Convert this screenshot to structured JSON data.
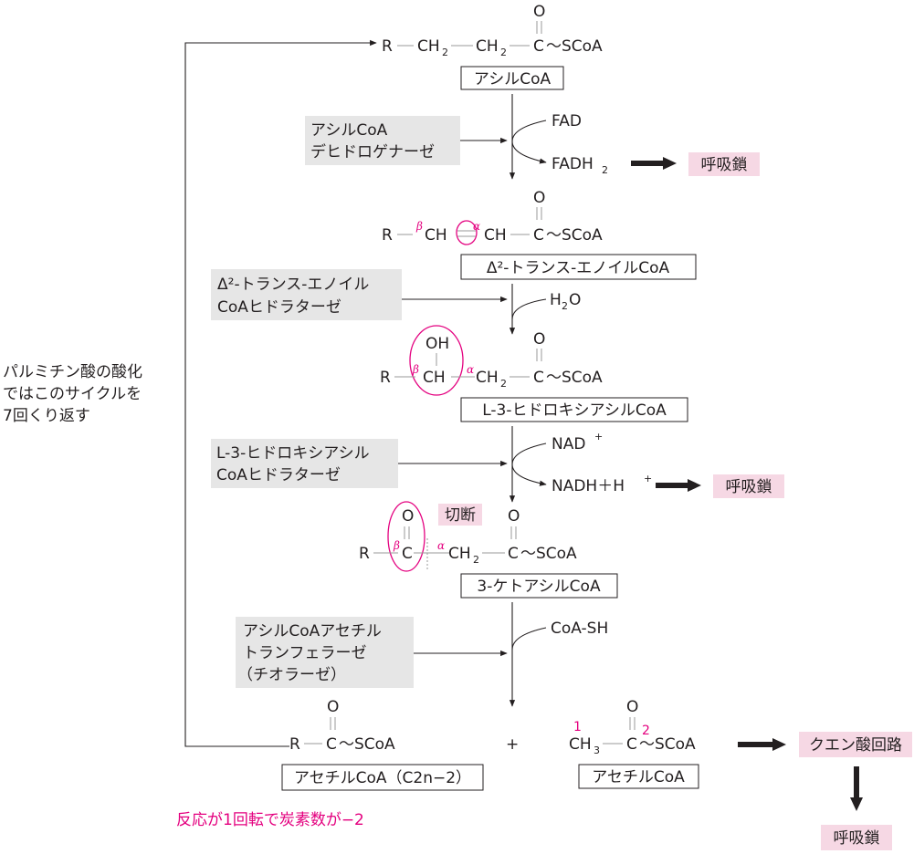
{
  "compounds": {
    "acyl_coa": "アシルCoA",
    "enoyl_coa": "Δ²-トランス-エノイルCoA",
    "hydroxy_coa": "L-3-ヒドロキシアシルCoA",
    "keto_coa": "3-ケトアシルCoA",
    "acyl_coa_short": "アセチルCoA（C2n−2）",
    "acetyl_coa": "アセチルCoA"
  },
  "enzymes": {
    "e1_line1": "アシルCoA",
    "e1_line2": "デヒドロゲナーゼ",
    "e2_line1": "Δ²-トランス-エノイル",
    "e2_line2": "CoAヒドラターゼ",
    "e3_line1": "L-3-ヒドロキシアシル",
    "e3_line2": "CoAヒドラターゼ",
    "e4_line1": "アシルCoAアセチル",
    "e4_line2": "トランフェラーゼ",
    "e4_line3": "（チオラーゼ）"
  },
  "cofactors": {
    "fad": "FAD",
    "fadh2": "FADH",
    "h2o": "H",
    "nad": "NAD",
    "nadh": "NADH＋H",
    "coash": "CoA-SH"
  },
  "side_note": {
    "line1": "パルミチン酸の酸化",
    "line2": "ではこのサイクルを",
    "line3": "7回くり返す"
  },
  "labels": {
    "respiratory_chain": "呼吸鎖",
    "cleavage": "切断",
    "tca_cycle": "クエン酸回路",
    "carbon_note": "反応が1回転で炭素数が−2",
    "plus": "+"
  },
  "atoms": {
    "r": "R",
    "ch2": "CH",
    "ch": "CH",
    "ch3": "CH",
    "c": "C",
    "o": "O",
    "oh": "OH",
    "scoa": "〜SCoA",
    "sub2": "2",
    "sub3": "3",
    "sup_plus": "+",
    "alpha": "α",
    "beta": "β",
    "num1": "1",
    "num2": "2"
  },
  "colors": {
    "text": "#231f20",
    "accent_magenta": "#e4007f",
    "pink_box": "#f6d8e4",
    "enzyme_box": "#e6e6e6"
  }
}
